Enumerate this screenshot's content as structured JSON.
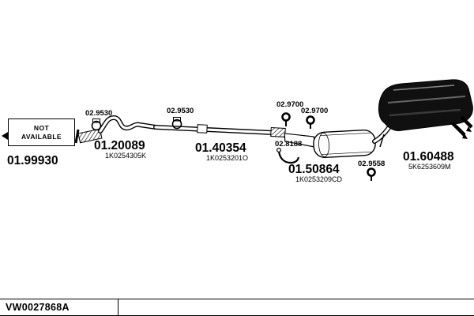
{
  "colors": {
    "ink": "#000000",
    "paper": "#ffffff"
  },
  "not_available": {
    "line1": "NOT",
    "line2": "AVAILABLE"
  },
  "parts": [
    {
      "number": "01.99930"
    },
    {
      "number": "01.20089",
      "code": "1K0254305K"
    },
    {
      "number": "01.40354",
      "code": "1K0253201O"
    },
    {
      "number": "01.50864",
      "code": "1K0253209CD"
    },
    {
      "number": "01.60488",
      "code": "5K6253609M"
    }
  ],
  "fasteners": [
    {
      "number": "02.9530",
      "icon": "clamp-icon"
    },
    {
      "number": "02.9530",
      "icon": "clamp-icon"
    },
    {
      "number": "02.9700",
      "icon": "hanger-icon"
    },
    {
      "number": "02.9700",
      "icon": "hanger-icon"
    },
    {
      "number": "02.8188",
      "icon": "bracket-icon"
    },
    {
      "number": "02.9558",
      "icon": "hanger-icon"
    }
  ],
  "footer": {
    "drawing_code": "VW0027868A"
  }
}
